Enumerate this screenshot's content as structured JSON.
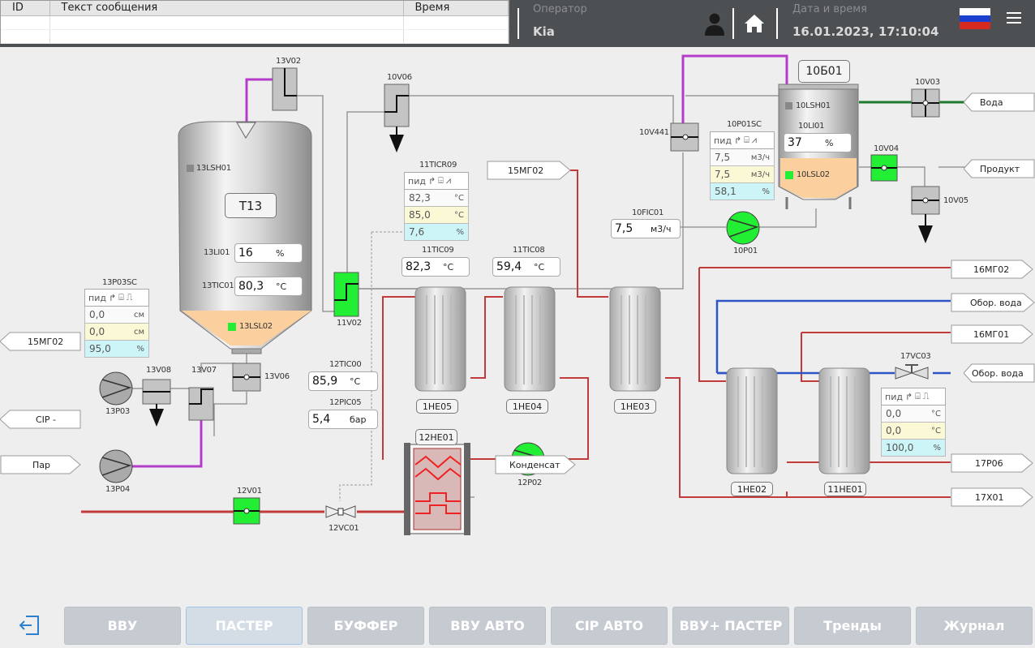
{
  "header": {
    "alarm_cols": {
      "id": "ID",
      "text": "Текст сообщения",
      "time": "Время"
    },
    "operator_label": "Оператор",
    "operator": "Kia",
    "datetime_label": "Дата и время",
    "datetime": "16.01.2023, 17:10:04"
  },
  "tank13": {
    "title": "T13",
    "level_sw": "13LSH01",
    "level_low": "13LSL02",
    "li_tag": "13LI01",
    "li_val": "16",
    "li_unit": "%",
    "tic_tag": "13TIC01",
    "tic_val": "80,3",
    "tic_unit": "°C"
  },
  "tank10": {
    "title": "10Б01",
    "sw": "10LSH01",
    "li_tag": "10LI01",
    "li_val": "37",
    "li_unit": "%",
    "low": "10LSL02"
  },
  "valves": {
    "v13v02": "13V02",
    "v10v06": "10V06",
    "v10v441": "10V441",
    "v10v03": "10V03",
    "v10v04": "10V04",
    "v10v05": "10V05",
    "v11v02": "11V02",
    "v13v06": "13V06",
    "v13v07": "13V07",
    "v13v08": "13V08",
    "v12v01": "12V01",
    "v12vc01": "12VC01",
    "v17vc03": "17VC03"
  },
  "pumps": {
    "p13p03": "13P03",
    "p13p04": "13P04",
    "p10p01": "10P01",
    "p12p02": "12P02"
  },
  "hx": {
    "he05": "1HE05",
    "he04": "1HE04",
    "he03": "1HE03",
    "he02": "1HE02",
    "he11": "11HE01",
    "he12": "12HE01"
  },
  "panels": {
    "p11ticr09": {
      "tag": "11TICR09",
      "hd": "пид",
      "r1": "82,3",
      "u1": "°C",
      "r2": "85,0",
      "u2": "°C",
      "r3": "7,6",
      "u3": "%"
    },
    "p10p01sc": {
      "tag": "10P01SC",
      "hd": "пид",
      "r1": "7,5",
      "u1": "м3/ч",
      "r2": "7,5",
      "u2": "м3/ч",
      "r3": "58,1",
      "u3": "%"
    },
    "p13p03sc": {
      "tag": "13P03SC",
      "hd": "пид",
      "r1": "0,0",
      "u1": "см",
      "r2": "0,0",
      "u2": "см",
      "r3": "95,0",
      "u3": "%"
    },
    "p17vc03": {
      "hd": "пид",
      "r1": "0,0",
      "u1": "°C",
      "r2": "0,0",
      "u2": "°C",
      "r3": "100,0",
      "u3": "%"
    }
  },
  "readouts": {
    "tic09": {
      "tag": "11TIC09",
      "val": "82,3",
      "unit": "°C"
    },
    "tic08": {
      "tag": "11TIC08",
      "val": "59,4",
      "unit": "°C"
    },
    "fic01": {
      "tag": "10FIC01",
      "val": "7,5",
      "unit": "м3/ч"
    },
    "tic00": {
      "tag": "12TIC00",
      "val": "85,9",
      "unit": "°C"
    },
    "pic05": {
      "tag": "12PIC05",
      "val": "5,4",
      "unit": "бар"
    }
  },
  "flags": {
    "voda": "Вода",
    "produkt": "Продукт",
    "mg02_in": "15МГ02",
    "mg02_left": "15МГ02",
    "cip": "CIP -",
    "par": "Пар",
    "kondensat": "Конденсат",
    "mg02_16": "16МГ02",
    "obor1": "Обор. вода",
    "mg01_16": "16МГ01",
    "obor2": "Обор. вода",
    "p17p06": "17Р06",
    "x17x01": "17Х01"
  },
  "nav": [
    "ВВУ",
    "ПАСТЕР",
    "БУФФЕР",
    "ВВУ АВТО",
    "CIP АВТО",
    "ВВУ+ ПАСТЕР",
    "Тренды",
    "Журнал"
  ],
  "colors": {
    "steam": "#c23a3a",
    "water_green": "#1f7a2e",
    "cooling": "#2d55c7",
    "cip": "#b43cc8",
    "active": "#22ee33",
    "pipe": "#888888"
  }
}
